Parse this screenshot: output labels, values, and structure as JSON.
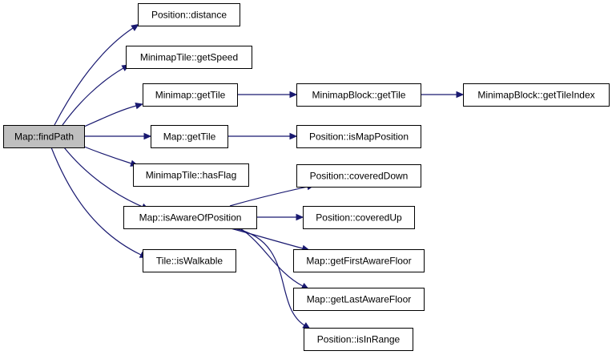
{
  "graph": {
    "colors": {
      "edge": "#191970",
      "root_fill": "#bfbfbf",
      "node_fill": "#ffffff",
      "border": "#000000"
    },
    "nodes": {
      "root": "Map::findPath",
      "distance": "Position::distance",
      "getSpeed": "MinimapTile::getSpeed",
      "minimapGetTile": "Minimap::getTile",
      "blockGetTile": "MinimapBlock::getTile",
      "getTileIndex": "MinimapBlock::getTileIndex",
      "mapGetTile": "Map::getTile",
      "isMapPosition": "Position::isMapPosition",
      "hasFlag": "MinimapTile::hasFlag",
      "coveredDown": "Position::coveredDown",
      "isAware": "Map::isAwareOfPosition",
      "coveredUp": "Position::coveredUp",
      "isWalkable": "Tile::isWalkable",
      "firstAware": "Map::getFirstAwareFloor",
      "lastAware": "Map::getLastAwareFloor",
      "isInRange": "Position::isInRange"
    },
    "edges": [
      [
        "root",
        "distance"
      ],
      [
        "root",
        "getSpeed"
      ],
      [
        "root",
        "minimapGetTile"
      ],
      [
        "root",
        "mapGetTile"
      ],
      [
        "root",
        "hasFlag"
      ],
      [
        "root",
        "isAware"
      ],
      [
        "root",
        "isWalkable"
      ],
      [
        "minimapGetTile",
        "blockGetTile"
      ],
      [
        "blockGetTile",
        "getTileIndex"
      ],
      [
        "mapGetTile",
        "isMapPosition"
      ],
      [
        "isAware",
        "coveredDown"
      ],
      [
        "isAware",
        "coveredUp"
      ],
      [
        "isAware",
        "firstAware"
      ],
      [
        "isAware",
        "lastAware"
      ],
      [
        "isAware",
        "isInRange"
      ]
    ]
  }
}
